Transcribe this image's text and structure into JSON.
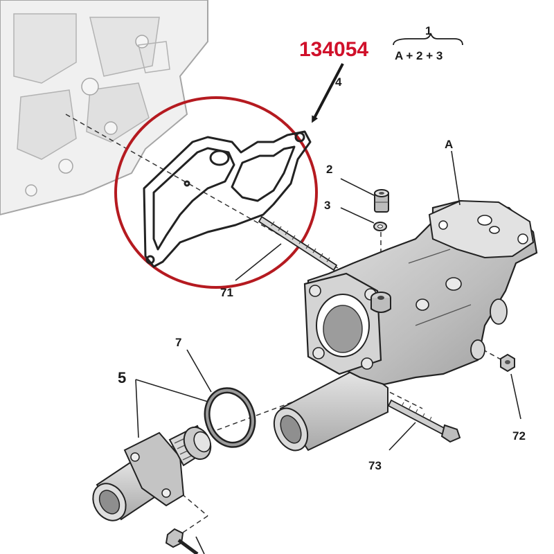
{
  "part_reference": {
    "number": "134054",
    "color": "#d0102a"
  },
  "formula": {
    "top": "1",
    "bottom": "A + 2 + 3"
  },
  "labels": {
    "gasket": "4",
    "housing": "A",
    "bolt": "2",
    "washer": "3",
    "stud": "71",
    "o_ring": "7",
    "thermostat": "5",
    "nut": "72",
    "long_bolt": "73"
  },
  "colors": {
    "highlight_circle": "#b51a20",
    "callout_arrow": "#1a1a1a",
    "ink": "#222222",
    "engine_block": "#e6e6e6",
    "housing": "#cfcfcf"
  }
}
